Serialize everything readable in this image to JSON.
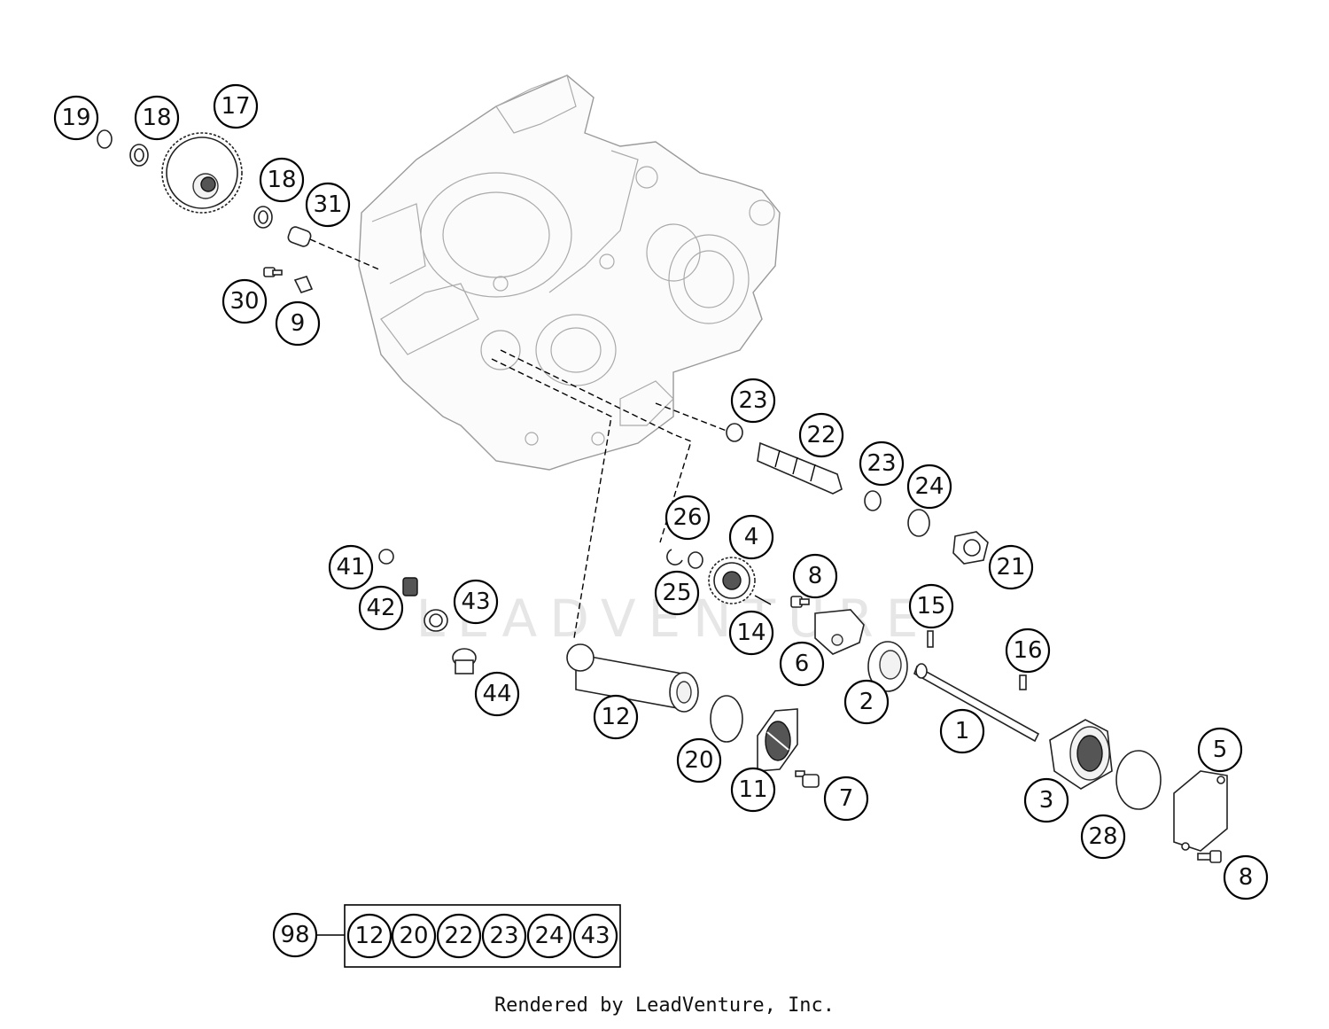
{
  "watermark": "LEADVENTURE",
  "footer": "Rendered by LeadVenture, Inc.",
  "callouts": [
    "19",
    "18",
    "17",
    "18",
    "31",
    "30",
    "9",
    "23",
    "22",
    "23",
    "24",
    "26",
    "4",
    "8",
    "21",
    "41",
    "42",
    "43",
    "25",
    "14",
    "15",
    "44",
    "6",
    "16",
    "12",
    "2",
    "1",
    "5",
    "20",
    "11",
    "7",
    "3",
    "28",
    "8"
  ],
  "kit": {
    "number": "98",
    "items": [
      "12",
      "20",
      "22",
      "23",
      "24",
      "43"
    ]
  }
}
